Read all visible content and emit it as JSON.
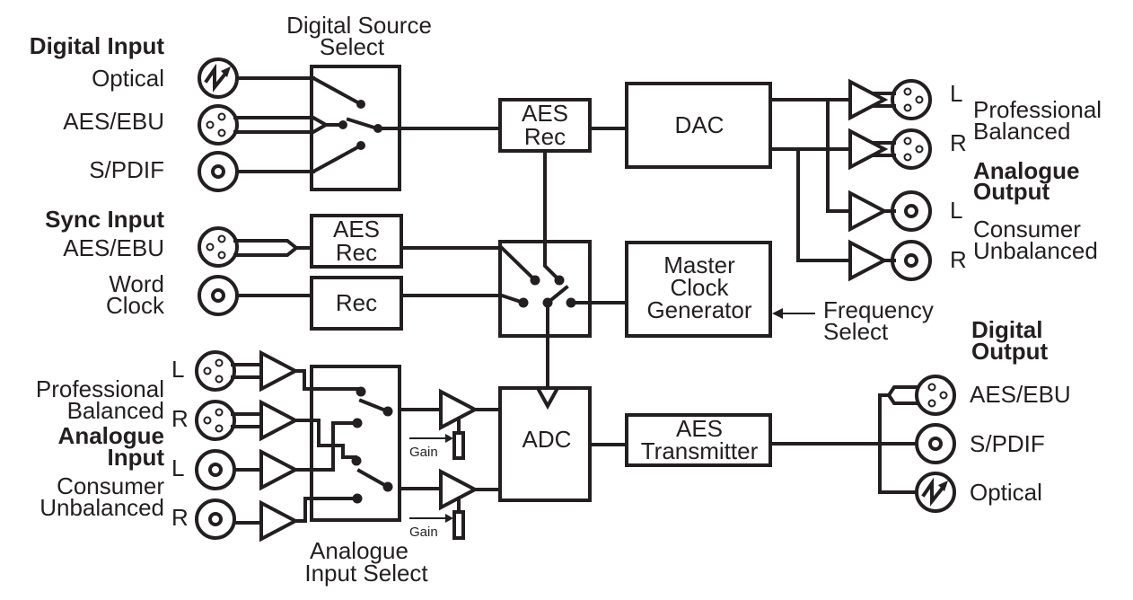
{
  "diagram": {
    "type": "audio signal flow block diagram",
    "line_color": "#231f20",
    "background": "#ffffff"
  },
  "digital_input": {
    "heading": "Digital Input",
    "ports": [
      {
        "label": "Optical",
        "connector": "optical-connector-icon"
      },
      {
        "label": "AES/EBU",
        "connector": "xlr-connector-icon"
      },
      {
        "label": "S/PDIF",
        "connector": "rca-connector-icon"
      }
    ]
  },
  "digital_source_select": {
    "title_line1": "Digital Source",
    "title_line2": "Select"
  },
  "sync_input": {
    "heading": "Sync Input",
    "ports": [
      {
        "label": "AES/EBU",
        "connector": "xlr-connector-icon"
      },
      {
        "label_line1": "Word",
        "label_line2": "Clock",
        "connector": "bnc-connector-icon"
      }
    ]
  },
  "blocks": {
    "aes_rec_main": {
      "line1": "AES",
      "line2": "Rec"
    },
    "dac": {
      "label": "DAC"
    },
    "sync_aes_rec": {
      "line1": "AES",
      "line2": "Rec"
    },
    "sync_rec": {
      "label": "Rec"
    },
    "master_clock": {
      "line1": "Master",
      "line2": "Clock",
      "line3": "Generator"
    },
    "adc": {
      "label": "ADC"
    },
    "aes_transmitter": {
      "line1": "AES",
      "line2": "Transmitter"
    }
  },
  "frequency_select": {
    "line1": "Frequency",
    "line2": "Select"
  },
  "analogue_output": {
    "heading_line1": "Analogue",
    "heading_line2": "Output",
    "professional": {
      "line1": "Professional",
      "line2": "Balanced"
    },
    "consumer": {
      "line1": "Consumer",
      "line2": "Unbalanced"
    },
    "channels": [
      "L",
      "R",
      "L",
      "R"
    ]
  },
  "analogue_input": {
    "heading_line1": "Analogue",
    "heading_line2": "Input",
    "professional": {
      "line1": "Professional",
      "line2": "Balanced"
    },
    "consumer": {
      "line1": "Consumer",
      "line2": "Unbalanced"
    },
    "channels": [
      "L",
      "R",
      "L",
      "R"
    ],
    "select_line1": "Analogue",
    "select_line2": "Input Select",
    "gain_labels": [
      "Gain",
      "Gain"
    ]
  },
  "digital_output": {
    "heading_line1": "Digital",
    "heading_line2": "Output",
    "ports": [
      {
        "label": "AES/EBU",
        "connector": "xlr-connector-icon"
      },
      {
        "label": "S/PDIF",
        "connector": "rca-connector-icon"
      },
      {
        "label": "Optical",
        "connector": "optical-connector-icon"
      }
    ]
  }
}
